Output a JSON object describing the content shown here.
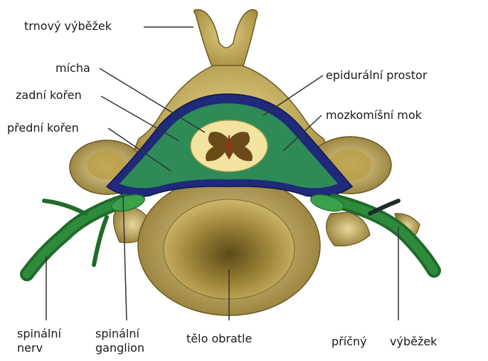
{
  "labels": {
    "spinous_process": "trnový výběžek",
    "spinal_cord": "mícha",
    "dorsal_root": "zadní kořen",
    "ventral_root": "přední kořen",
    "epidural_space": "epidurální prostor",
    "csf": "mozkomíšní mok",
    "spinal_nerve_1": "spinální",
    "spinal_nerve_2": "nerv",
    "spinal_ganglion_1": "spinální",
    "spinal_ganglion_2": "ganglion",
    "vertebral_body": "tělo obratle",
    "transverse_1": "příčný",
    "transverse_2": "výběžek"
  },
  "colors": {
    "bone": "#cdb566",
    "bone_dark": "#7a6628",
    "dura": "#1f2a7a",
    "csf": "#2e8b57",
    "nerve": "#1f6b2a",
    "cord": "#f2e3a0",
    "gray_matter": "#6b4a1a"
  }
}
